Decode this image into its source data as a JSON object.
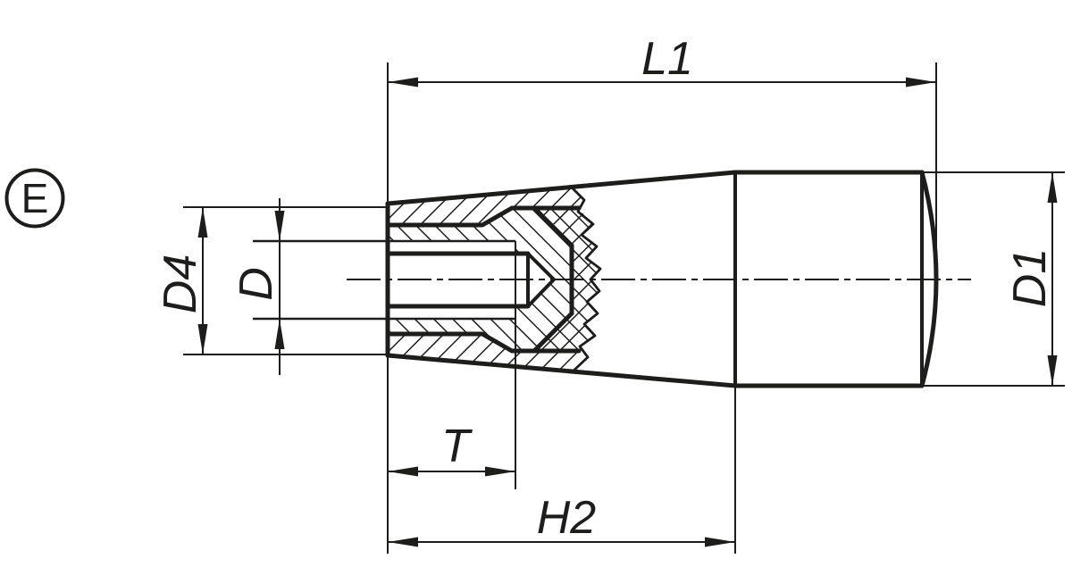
{
  "drawing": {
    "background_color": "#ffffff",
    "line_color": "#1d1d1b",
    "view_label": "E",
    "dimension_labels": {
      "overall_length": "L1",
      "insert_outer_diameter": "D4",
      "thread_diameter": "D",
      "knob_diameter": "D1",
      "thread_depth": "T",
      "taper_length": "H2"
    }
  }
}
